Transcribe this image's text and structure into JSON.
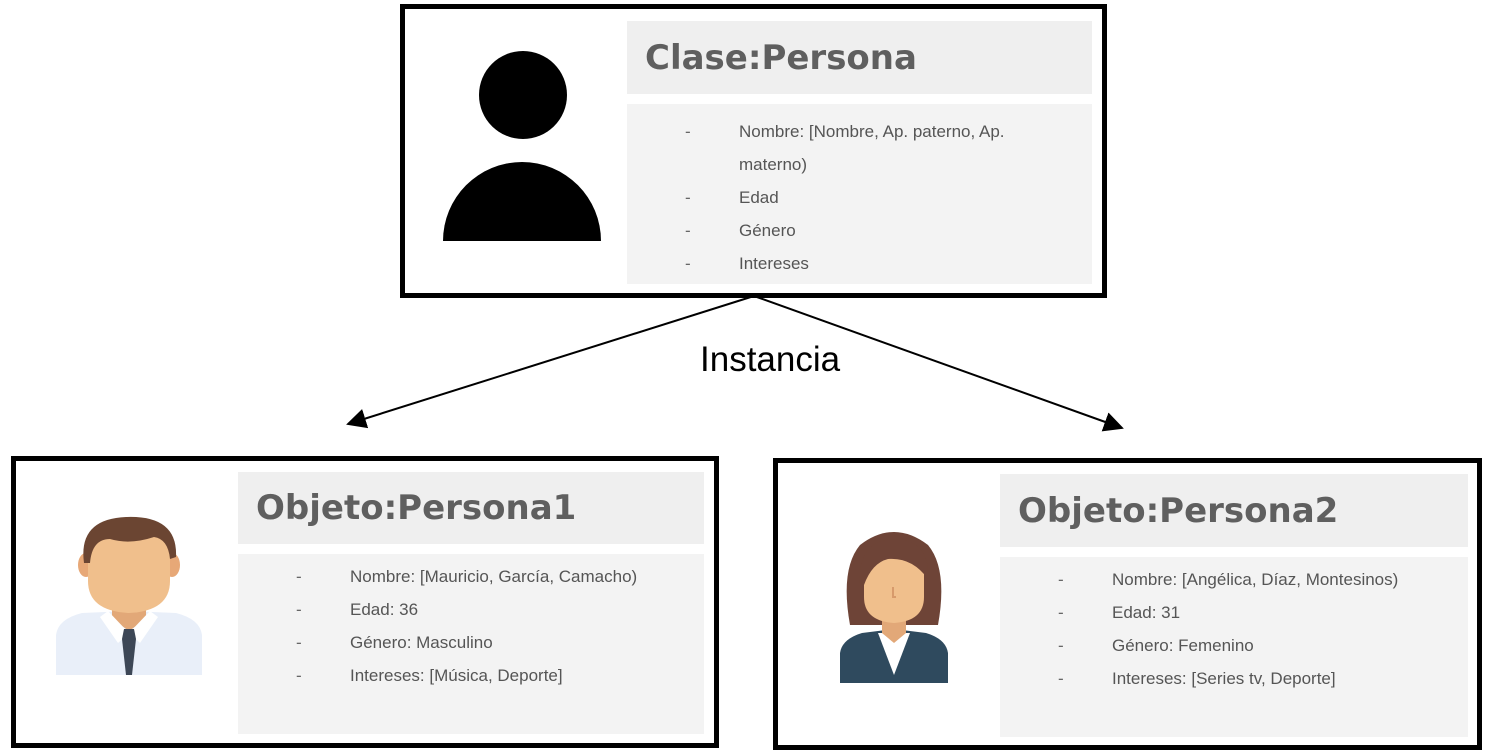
{
  "class_card": {
    "title": "Clase:Persona",
    "attributes": [
      "Nombre: [Nombre, Ap. paterno, Ap. materno)",
      "Edad",
      "Género",
      "Intereses"
    ],
    "icon": "person-silhouette-icon"
  },
  "relation_label": "Instancia",
  "object_cards": [
    {
      "title": "Objeto:Persona1",
      "attributes": [
        "Nombre: [Mauricio, García, Camacho)",
        "Edad: 36",
        "Género: Masculino",
        "Intereses: [Música, Deporte]"
      ],
      "icon": "male-avatar-icon"
    },
    {
      "title": "Objeto:Persona2",
      "attributes": [
        "Nombre: [Angélica, Díaz, Montesinos)",
        "Edad: 31",
        "Género: Femenino",
        "Intereses: [Series tv, Deporte]"
      ],
      "icon": "female-avatar-icon"
    }
  ],
  "bullet_char": "-",
  "colors": {
    "border": "#000000",
    "title_bg": "#efefef",
    "attr_bg": "#f3f3f3",
    "title_text": "#5f5f5f",
    "attr_text": "#555555"
  }
}
